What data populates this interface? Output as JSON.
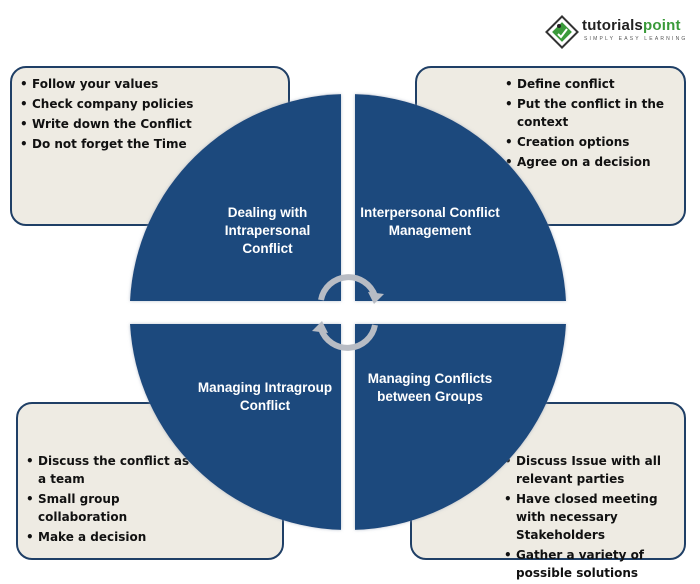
{
  "logo": {
    "name_part1": "tutorials",
    "name_part2": "point",
    "tagline": "SIMPLY EASY LEARNING",
    "accent_color": "#3a9a3a"
  },
  "colors": {
    "quadrant_fill": "#1f4a7d",
    "box_fill": "#eeebe3",
    "box_border": "#1f3f66",
    "cycle_arrow": "#b8bcc4"
  },
  "quadrants": {
    "top_left": {
      "title": "Dealing with Intrapersonal Conflict",
      "bullets": [
        "Follow your values",
        "Check company policies",
        "Write down the Conflict",
        "Do not forget the Time"
      ]
    },
    "top_right": {
      "title": "Interpersonal Conflict Management",
      "bullets": [
        "Define conflict",
        "Put the conflict in the context",
        "Creation options",
        "Agree on a decision"
      ]
    },
    "bottom_left": {
      "title": "Managing Intragroup Conflict",
      "bullets": [
        "Discuss the conflict as a team",
        "Small group collaboration",
        "Make a decision"
      ]
    },
    "bottom_right": {
      "title": "Managing Conflicts between Groups",
      "bullets": [
        "Discuss Issue with all relevant parties",
        "Have closed meeting with necessary Stakeholders",
        "Gather a variety of possible solutions"
      ]
    }
  },
  "center_icon": "cycle-arrows-icon"
}
